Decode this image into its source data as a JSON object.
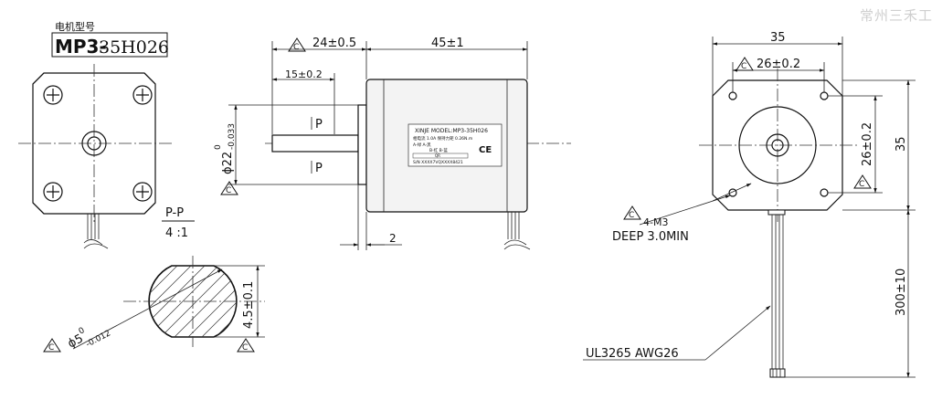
{
  "watermark": "常州三禾工",
  "model_box": {
    "label": "电机型号",
    "model_prefix": "MP3-",
    "model_suffix": "35H026"
  },
  "section": {
    "label": "P-P",
    "scale": "4 :1",
    "height_dim": "4.5±0.1",
    "shaft_dia": "ϕ5",
    "shaft_tol_upper": "0",
    "shaft_tol_lower": "-0.012"
  },
  "side_view": {
    "dim_flange": "24±0.5",
    "dim_body": "45±1",
    "dim_shaft": "15±0.2",
    "dim_boss_dia": "ϕ22",
    "dim_boss_tol_upper": "0",
    "dim_boss_tol_lower": "-0.033",
    "dim_step": "2",
    "section_mark": "P",
    "nameplate": {
      "title": "XINJE MODEL:MP3-35H026",
      "line2": "相电流 1.0A  保持力矩 0.26N.m",
      "line3": "A-绿  A-黑",
      "line4": "B-红  B-蓝",
      "code": "QR",
      "serial": "S/N  XXXX7VQXXXX8421",
      "ce": "CE"
    }
  },
  "front_view": {
    "dim_width": "35",
    "dim_hole_spacing": "26±0.2",
    "dim_hole_spacing_v": "26±0.2",
    "dim_height": "35",
    "dim_lead": "300±10",
    "holes_note": "4-M3",
    "holes_depth": "DEEP 3.0MIN",
    "wire_note": "UL3265 AWG26"
  },
  "datum_symbol": "C"
}
